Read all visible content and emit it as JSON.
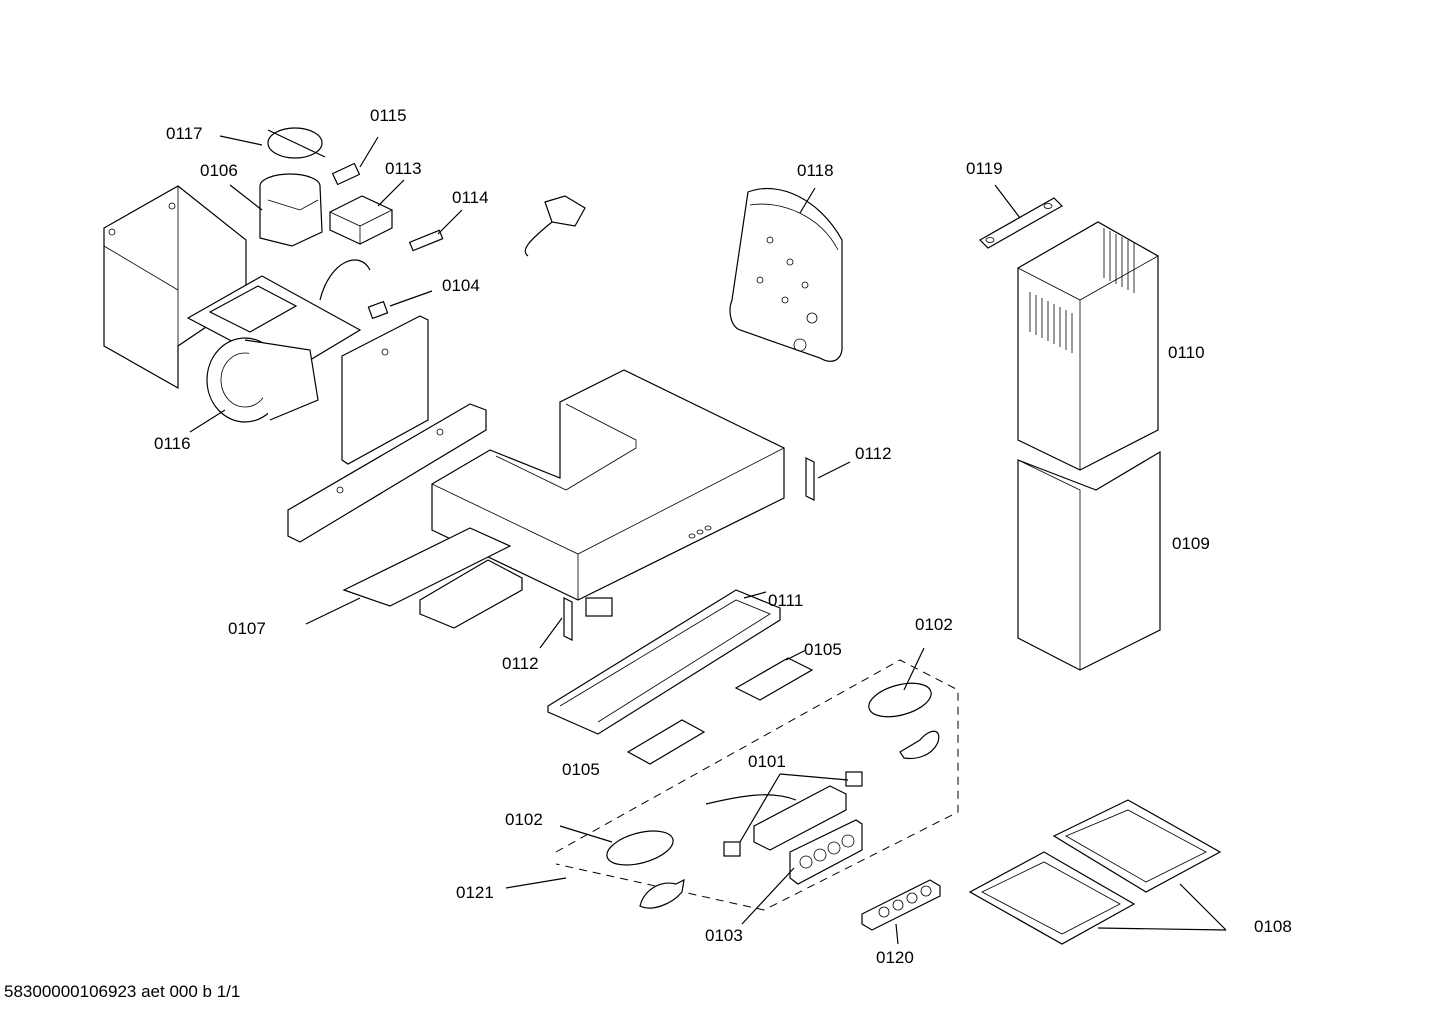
{
  "labels": {
    "p0117": "0117",
    "p0115": "0115",
    "p0106": "0106",
    "p0113": "0113",
    "p0114": "0114",
    "p0118": "0118",
    "p0119": "0119",
    "p0104": "0104",
    "p0110": "0110",
    "p0116": "0116",
    "p0112a": "0112",
    "p0109": "0109",
    "p0111": "0111",
    "p0107": "0107",
    "p0102a": "0102",
    "p0105a": "0105",
    "p0112b": "0112",
    "p0105b": "0105",
    "p0101": "0101",
    "p0102b": "0102",
    "p0121": "0121",
    "p0108": "0108",
    "p0103": "0103",
    "p0120": "0120"
  },
  "footer": "58300000106923 aet 000 b 1/1"
}
